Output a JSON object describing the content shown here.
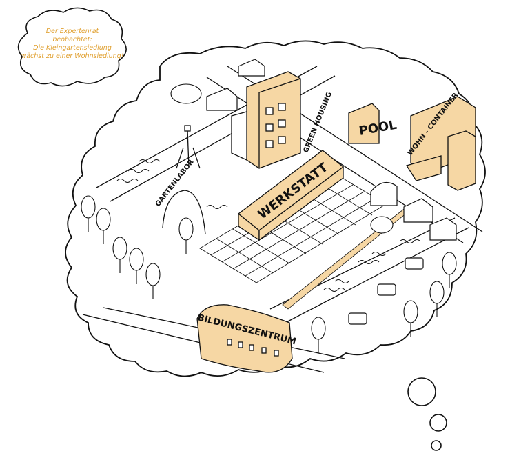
{
  "caption": {
    "line1": "Der Expertenrat",
    "line2": "beobachtet:",
    "line3": "Die Kleingartensiedlung",
    "line4": "wächst zu einer Wohnsiedlung!"
  },
  "labels": {
    "werkstatt": "WERKSTATT",
    "bildungszentrum": "BILDUNGSZENTRUM",
    "gartenlabor": "GARTENLABOR",
    "pool": "POOL",
    "wohn_container": "WOHN - CONTAINER",
    "green_housing": "GREEN HOUSING"
  },
  "colors": {
    "accent": "#f6d7a4",
    "ink": "#111111",
    "caption_text": "#e0a030"
  }
}
